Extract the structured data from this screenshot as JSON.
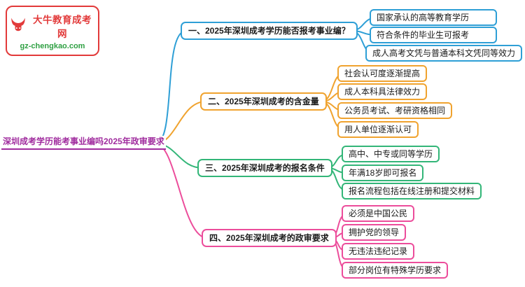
{
  "logo": {
    "title": "大牛教育成考网",
    "domain": "gz-chengkao.com",
    "icon": "bull-icon",
    "accent_red": "#e23a3a",
    "accent_green": "#2fa043"
  },
  "root": {
    "label": "深圳成考学历能考事业编吗2025年政审要求",
    "color": "#a02c9e"
  },
  "branches": [
    {
      "label": "一、2025年深圳成考学历能否报考事业编？",
      "color": "#2e9fd6",
      "children": [
        "国家承认的高等教育学历",
        "符合条件的毕业生可报考",
        "成人高考文凭与普通本科文凭同等效力"
      ]
    },
    {
      "label": "二、2025年深圳成考的含金量",
      "color": "#f0a32f",
      "children": [
        "社会认可度逐渐提高",
        "成人本科具法律效力",
        "公务员考试、考研资格相同",
        "用人单位逐渐认可"
      ]
    },
    {
      "label": "三、2025年深圳成考的报名条件",
      "color": "#33b678",
      "children": [
        "高中、中专或同等学历",
        "年满18岁即可报名",
        "报名流程包括在线注册和提交材料"
      ]
    },
    {
      "label": "四、2025年深圳成考的政审要求",
      "color": "#ec4d9b",
      "children": [
        "必须是中国公民",
        "拥护党的领导",
        "无违法违纪记录",
        "部分岗位有特殊学历要求"
      ]
    }
  ]
}
